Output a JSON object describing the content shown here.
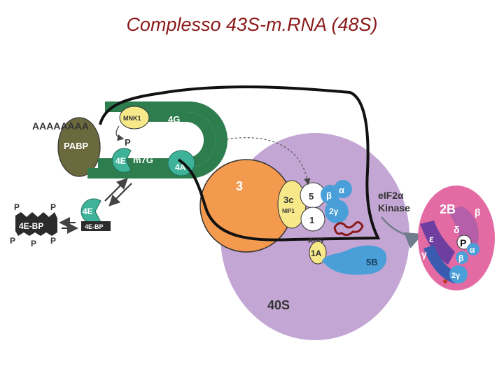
{
  "title": "Complesso 43S-m.RNA (48S)",
  "labels": {
    "polya": "AAAAAAAA",
    "pabp": "PABP",
    "mnk1": "MNK1",
    "eif4g": "4G",
    "phospho_p": "P",
    "eif4e": "4E",
    "cap": "m7G",
    "eif4a": "4A",
    "eif4e_free": "4E",
    "eif4e_bp_small": "4E-BP",
    "eif4e_bp": "4E-BP",
    "p": "P",
    "eif3": "3",
    "eif3c": "3c",
    "nip1": "NIP1",
    "eif5": "5",
    "eif1": "1",
    "beta": "β",
    "alpha": "α",
    "two_gamma": "2γ",
    "aug": "AUG",
    "eif1a": "1A",
    "eif5b": "5B",
    "ribosome_40s": "40S",
    "kinase_line1": "eIF2α",
    "kinase_line2": "Kinase",
    "eif2b": "2B",
    "delta": "δ",
    "epsilon": "ε",
    "gamma": "γ",
    "p_bold": "P",
    "two_gamma_b": "2γ"
  },
  "colors": {
    "title": "#8b1a1a",
    "green": "#2e7d4f",
    "teal": "#3fb39a",
    "orange": "#f39a4f",
    "purple": "#c3a6d3",
    "blue": "#4a9fd8",
    "olive": "#6b6a3e",
    "yellow": "#f7e88a",
    "pink": "#e36aa3"
  }
}
